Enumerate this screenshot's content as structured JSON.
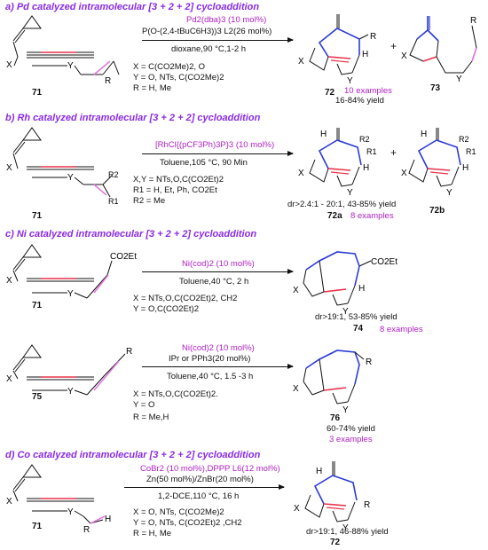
{
  "sections": [
    {
      "header": "a) Pd catalyzed intramolecular [3 + 2 + 2] cycloaddition",
      "reagents": [
        "Pd2(dba)3  (10 mol%)",
        "P(O-(2,4-tBuC6H3))3 L2(26 mol%)",
        "dioxane,90 °C,1-2 h"
      ],
      "substituents": [
        "X = C(CO2Me)2, O",
        "Y = O, NTs, C(CO2Me)2",
        "R = H, Me"
      ],
      "substrate_label": "71",
      "product_labels": [
        "72",
        "73"
      ],
      "notes": [
        "10 examples",
        "16-84% yield"
      ]
    },
    {
      "header": "b) Rh catalyzed intramolecular [3 + 2 + 2] cycloaddition",
      "reagents": [
        "[RhCl{(pCF3Ph)3P}3 (10 mol%)",
        "Toluene,105 °C, 90 Min"
      ],
      "substituents": [
        "X,Y = NTs,O,C(CO2Et)2",
        "R1 = H, Et, Ph, CO2Et",
        "R2 = Me"
      ],
      "substrate_label": "71",
      "product_labels": [
        "72a",
        "72b"
      ],
      "notes": [
        "dr>2.4:1 - 20:1, 43-85% yield",
        "8 examples"
      ]
    },
    {
      "header": "c) Ni catalyzed intramolecular [3 + 2 + 2] cycloaddition",
      "reagents": [
        "Ni(cod)2 (10 mol%)",
        "Toluene,40 °C, 2 h"
      ],
      "substituents": [
        "X = NTs,O,C(CO2Et)2, CH2",
        "Y = O,C(CO2Et)2"
      ],
      "substrate_label": "71",
      "product_labels": [
        "74"
      ],
      "notes": [
        "dr>19:1, 53-85% yield",
        "8 examples"
      ]
    },
    {
      "header": "",
      "reagents": [
        "Ni(cod)2 (10 mol%)",
        "IPr or PPh3(20 mol%)",
        "Toluene,40 °C, 1.5 -3 h"
      ],
      "substituents": [
        "X = NTs,O,C(CO2Et)2.",
        "Y = O",
        "R = Me,H"
      ],
      "substrate_label": "75",
      "product_labels": [
        "76"
      ],
      "notes": [
        "60-74% yield",
        "3 examples"
      ]
    },
    {
      "header": "d) Co catalyzed intramolecular [3 + 2 + 2] cycloaddition",
      "reagents": [
        "CoBr2 (10 mol%),DPPP L6(12 mol%)",
        "Zn(50 mol%)/ZnBr(20 mol%)",
        "1,2-DCE,110 °C, 16 h"
      ],
      "substituents": [
        "X = O, NTs, C(CO2Me)2",
        "Y = O, NTs, C(CO2Et)2 ,CH2",
        "R = H, Me"
      ],
      "substrate_label": "71",
      "product_labels": [
        "72"
      ],
      "notes": [
        "dr>19:1, 46-88% yield"
      ]
    }
  ],
  "atom_labels": {
    "X": "X",
    "Y": "Y",
    "R": "R",
    "R1": "R1",
    "R2": "R2",
    "H": "H",
    "CO2Et": "CO2Et"
  },
  "colors": {
    "header": "#8a2be2",
    "highlight": "#b01fc5",
    "new_bond_red": "#e8324a",
    "new_bond_blue": "#2a3bd6",
    "pink": "#e27adf"
  }
}
